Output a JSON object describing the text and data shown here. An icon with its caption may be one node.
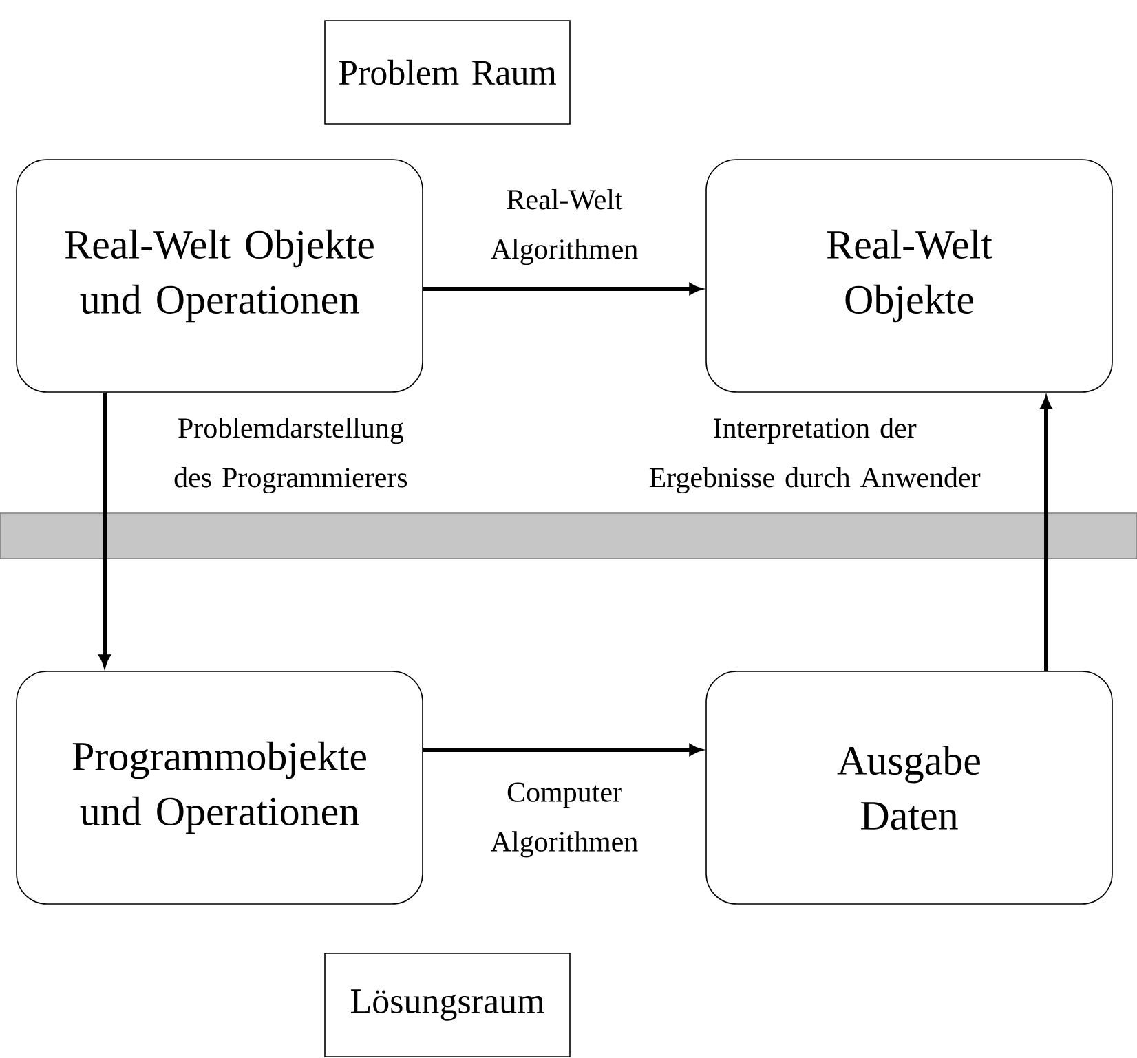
{
  "diagram": {
    "nodes": [
      {
        "text": [
          "Problem Raum"
        ]
      },
      {
        "text": [
          "Real-Welt Objekte und Operationen"
        ]
      },
      {
        "text": [
          "Real-Welt Objekte"
        ]
      },
      {
        "text": [
          "Programmobjekte und Operationen"
        ]
      },
      {
        "text": [
          "Ausgabe Daten"
        ]
      },
      {
        "text": [
          "Lösungsraum"
        ]
      }
    ],
    "edges": [
      {
        "from": 1,
        "to": 2,
        "arrow": "to",
        "label": "Real-Welt Algorithmen"
      },
      {
        "from": 1,
        "to": 3,
        "arrow": "to",
        "label": "Problemdarstellung des Programmierers"
      },
      {
        "from": 3,
        "to": 4,
        "arrow": "to",
        "label": "Computer Algorithmen"
      },
      {
        "from": 4,
        "to": 2,
        "arrow": "to",
        "label": "Interpretation der Ergebnisse durch Anwender"
      }
    ]
  }
}
